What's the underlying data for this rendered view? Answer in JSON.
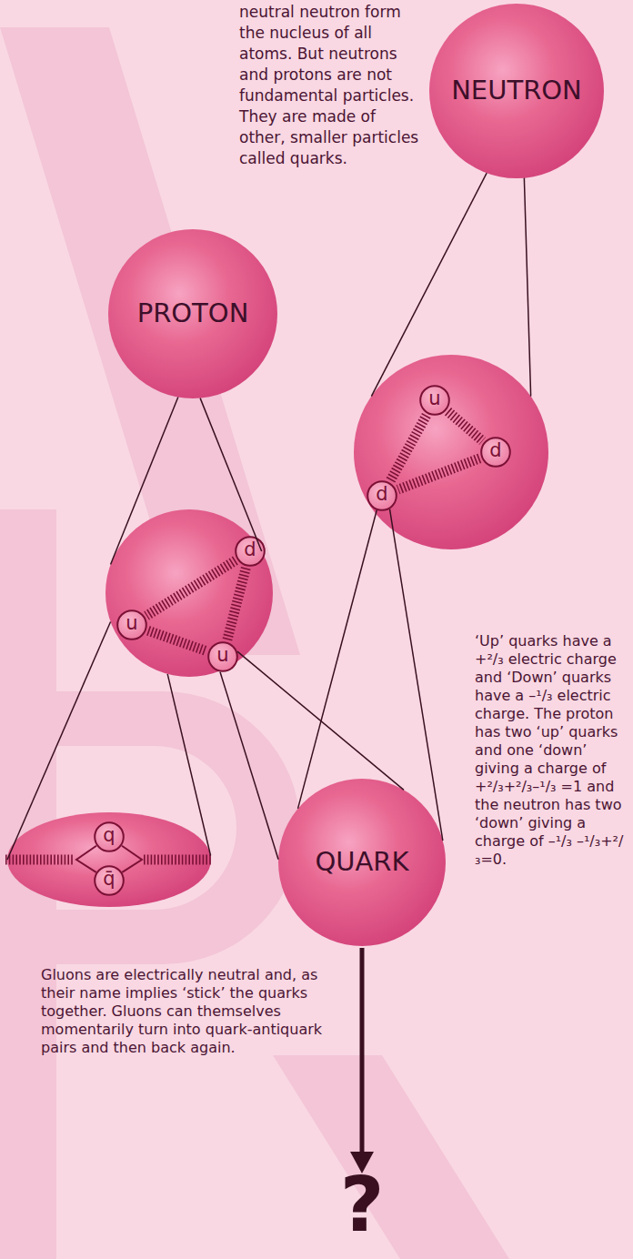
{
  "diagram": {
    "nodes": [
      {
        "text": [
          "NEUTRON"
        ]
      },
      {
        "text": [
          "PROTON"
        ]
      },
      {
        "text": []
      },
      {
        "text": [
          "u"
        ],
        "in": 2
      },
      {
        "text": [
          "d"
        ],
        "in": 2
      },
      {
        "text": [
          "d"
        ],
        "in": 2
      },
      {
        "text": []
      },
      {
        "text": [
          "d"
        ],
        "in": 6
      },
      {
        "text": [
          "u"
        ],
        "in": 6
      },
      {
        "text": [
          "u"
        ],
        "in": 6
      },
      {
        "text": []
      },
      {
        "text": [
          "q"
        ],
        "in": 10
      },
      {
        "text": [
          "q̄"
        ],
        "in": 10
      },
      {
        "text": [
          "QUARK"
        ]
      }
    ],
    "edges": [
      {
        "from": 1,
        "to": 6,
        "arrow": "none"
      },
      {
        "from": 1,
        "to": 6,
        "arrow": "none"
      },
      {
        "from": 0,
        "to": 2,
        "arrow": "none"
      },
      {
        "from": 0,
        "to": 2,
        "arrow": "none"
      },
      {
        "from": 9,
        "to": 13,
        "arrow": "none"
      },
      {
        "from": 9,
        "to": 13,
        "arrow": "none"
      },
      {
        "from": 5,
        "to": 13,
        "arrow": "none"
      },
      {
        "from": 5,
        "to": 13,
        "arrow": "none"
      },
      {
        "from": 6,
        "to": 10,
        "arrow": "none"
      },
      {
        "from": 6,
        "to": 10,
        "arrow": "none"
      }
    ],
    "labels": [
      "neutral neutron form the nucleus of all atoms. But neutrons and protons are not fundamental particles. They are made of other, smaller particles called quarks.",
      "‘Up’ quarks have a +²/₃ electric charge and ‘Down’ quarks have a –¹/₃ electric charge. The proton has two ‘up’ quarks and one ‘down’ giving a charge of +²/₃+²/₃–¹/₃ =1 and the neutron has two ‘down’ giving a charge of –¹/₃ –¹/₃+²/₃=0.",
      "Gluons are electrically neutral and, as their name implies ‘stick’ the quarks together. Gluons can themselves momentarily turn into quark-antiquark pairs and then back again.",
      "?"
    ]
  }
}
